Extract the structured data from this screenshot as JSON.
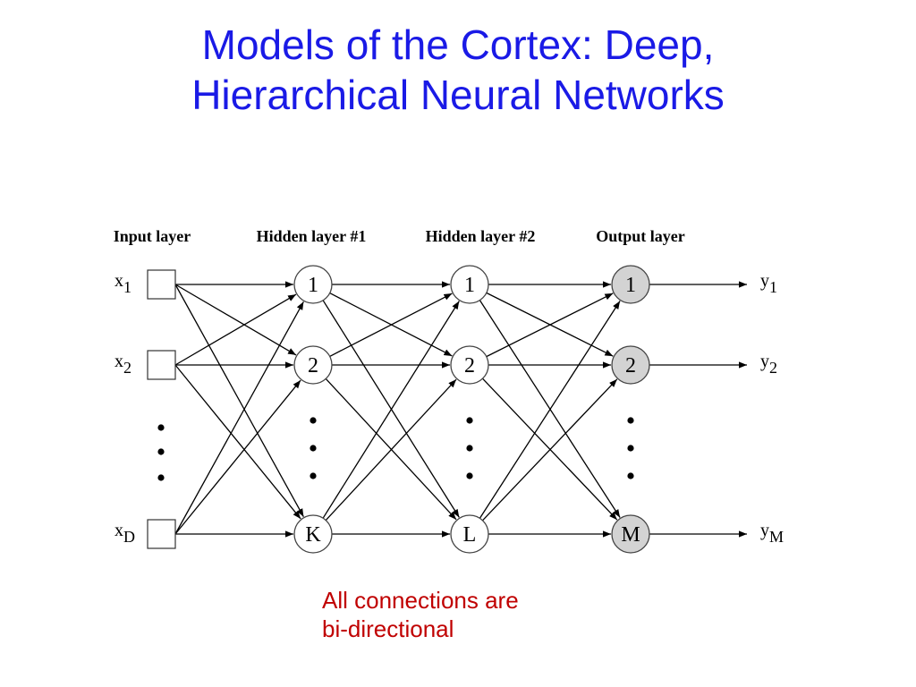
{
  "title": {
    "line1": "Models of the Cortex: Deep,",
    "line2": "Hierarchical Neural Networks"
  },
  "diagram": {
    "headers": [
      "Input layer",
      "Hidden layer #1",
      "Hidden layer #2",
      "Output layer"
    ],
    "inputs": [
      {
        "base": "x",
        "sub": "1"
      },
      {
        "base": "x",
        "sub": "2"
      },
      {
        "base": "x",
        "sub": "D"
      }
    ],
    "hidden1": [
      "1",
      "2",
      "K"
    ],
    "hidden2": [
      "1",
      "2",
      "L"
    ],
    "output": [
      "1",
      "2",
      "M"
    ],
    "outputs": [
      {
        "base": "y",
        "sub": "1"
      },
      {
        "base": "y",
        "sub": "2"
      },
      {
        "base": "y",
        "sub": "M"
      }
    ],
    "colors": {
      "line": "#000000",
      "hidden_fill": "#ffffff",
      "output_fill": "#d3d3d3"
    }
  },
  "note": {
    "line1": "All connections are",
    "line2": "bi-directional"
  }
}
